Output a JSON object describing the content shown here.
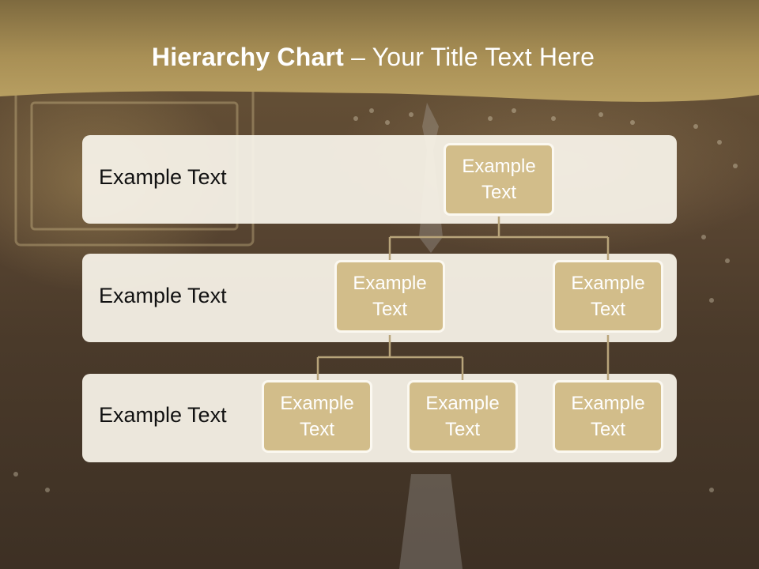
{
  "slide": {
    "title_bold": "Hierarchy Chart",
    "title_rest": " – Your Title Text Here"
  },
  "rows": [
    {
      "label": "Example Text"
    },
    {
      "label": "Example Text"
    },
    {
      "label": "Example Text"
    }
  ],
  "nodes": {
    "root": "Example Text",
    "level2_left": "Example Text",
    "level2_right": "Example Text",
    "level3_a": "Example Text",
    "level3_b": "Example Text",
    "level3_c": "Example Text"
  },
  "colors": {
    "title_band": "#b9a062",
    "node_fill": "#d2bd8a",
    "row_fill": "#f6f2e8",
    "connector": "#b8a47a"
  }
}
